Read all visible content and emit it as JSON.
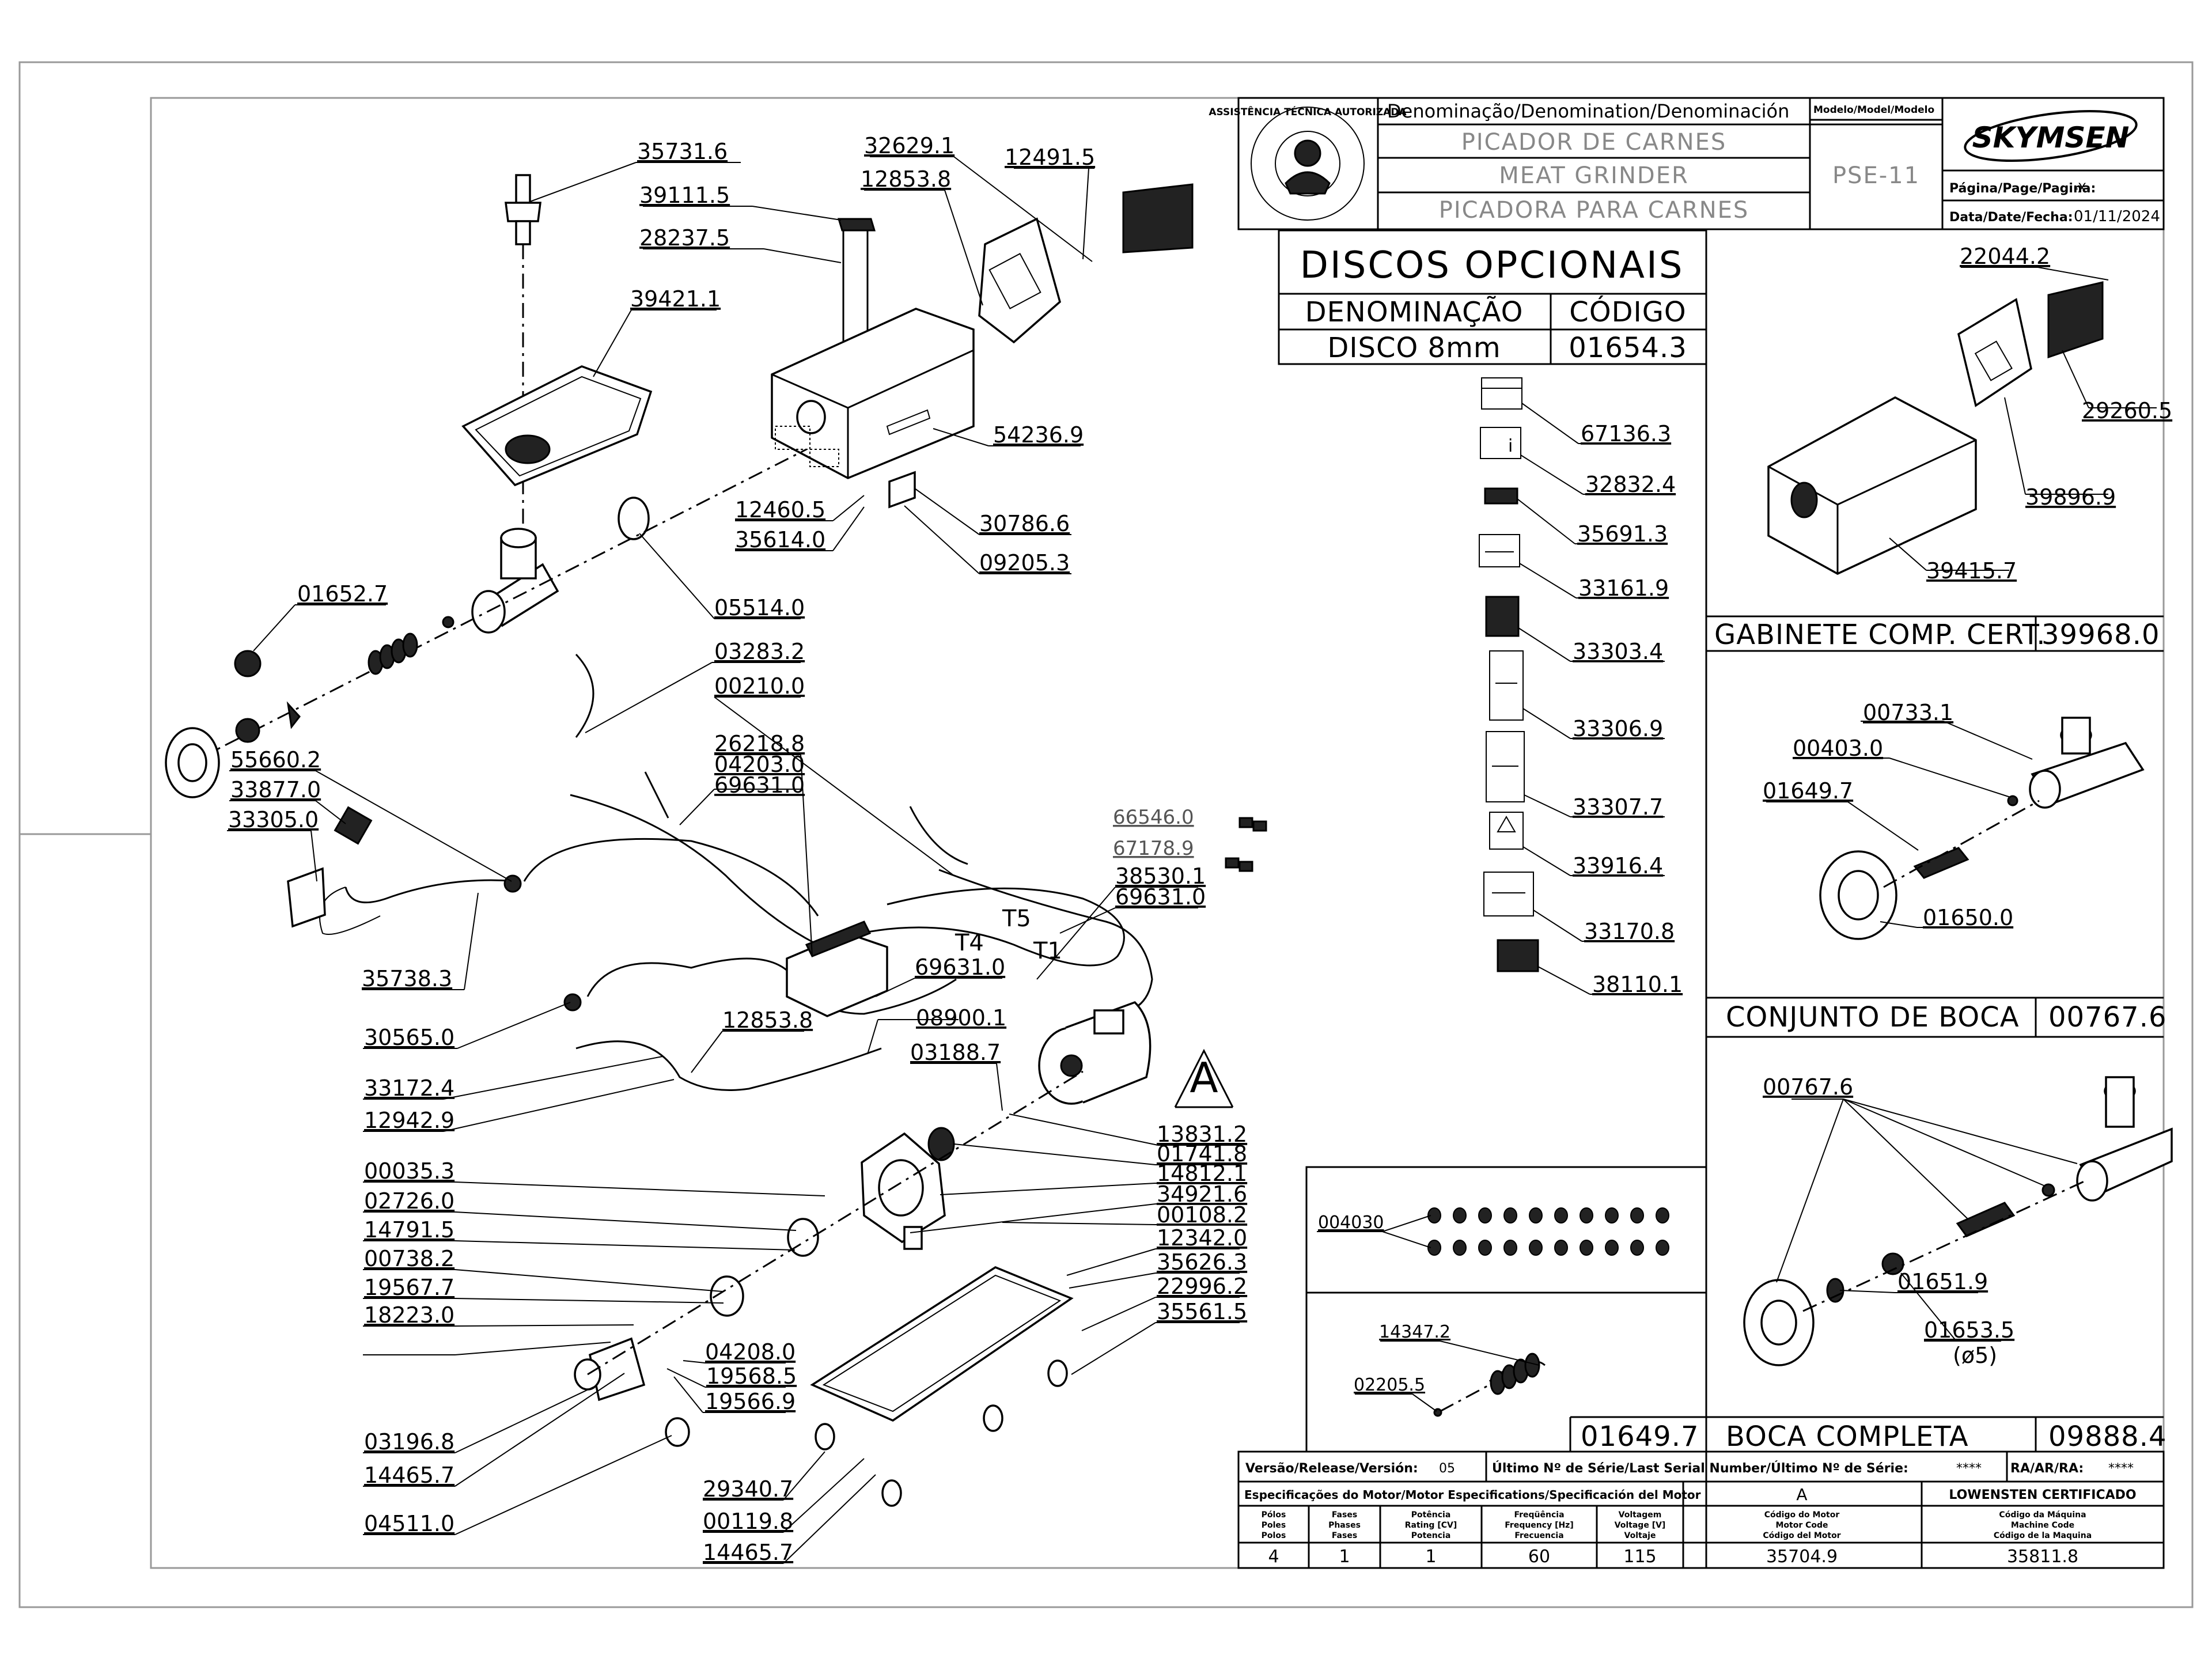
{
  "title_block": {
    "denomination_header": "Denominação/Denomination/Denominación",
    "model_header": "Modelo/Model/Modelo",
    "name_pt": "PICADOR DE CARNES",
    "name_en": "MEAT GRINDER",
    "name_es": "PICADORA PARA CARNES",
    "model": "PSE-11",
    "brand": "SKYMSEN",
    "page_label": "Página/Page/Pagina:",
    "page_value": "-X-",
    "date_label": "Data/Date/Fecha:",
    "date_value": "01/11/2024",
    "seal_text": "ASSISTÊNCIA TÉCNICA AUTORIZADA"
  },
  "optional_discs": {
    "title": "DISCOS OPCIONAIS",
    "col_name": "DENOMINAÇÃO",
    "col_code": "CÓDIGO",
    "rows": [
      {
        "name": "DISCO 8mm",
        "code": "01654.3"
      }
    ]
  },
  "labels_column": [
    "67136.3",
    "32832.4",
    "35691.3",
    "33161.9",
    "33303.4",
    "33306.9",
    "33307.7",
    "33916.4",
    "33170.8",
    "38110.1"
  ],
  "cabinet_kit": {
    "labels": [
      "22044.2",
      "29260.5",
      "39896.9",
      "39415.7"
    ],
    "title": "GABINETE COMP. CERT.",
    "code": "39968.0"
  },
  "mouth_set": {
    "labels": [
      "00733.1",
      "00403.0",
      "01649.7",
      "01650.0"
    ],
    "title": "CONJUNTO DE BOCA",
    "code": "00767.6"
  },
  "full_mouth": {
    "labels": [
      "00767.6",
      "01651.9",
      "01653.5",
      "(ø5)"
    ],
    "title": "BOCA COMPLETA",
    "code": "09888.4"
  },
  "small_parts": {
    "washer_label": "004030",
    "worm_labels": [
      "14347.2",
      "02205.5"
    ],
    "worm_code": "01649.7"
  },
  "main_labels": [
    "35731.6",
    "39111.5",
    "28237.5",
    "39421.1",
    "32629.1",
    "12853.8",
    "12491.5",
    "54236.9",
    "12460.5",
    "35614.0",
    "30786.6",
    "09205.3",
    "05514.0",
    "01652.7",
    "03283.2",
    "00210.0",
    "26218.8",
    "04203.0",
    "69631.0",
    "55660.2",
    "33877.0",
    "33305.0",
    "66546.0",
    "67178.9",
    "38530.1",
    "69631.0",
    "69631.0",
    "35738.3",
    "30565.0",
    "12853.8",
    "33172.4",
    "12942.9",
    "08900.1",
    "03188.7",
    "13831.2",
    "01741.8",
    "14812.1",
    "34921.6",
    "00108.2",
    "12342.0",
    "35626.3",
    "22996.2",
    "35561.5",
    "00035.3",
    "02726.0",
    "14791.5",
    "00738.2",
    "19567.7",
    "18223.0",
    "04208.0",
    "19568.5",
    "19566.9",
    "03196.8",
    "14465.7",
    "04511.0",
    "29340.7",
    "00119.8",
    "14465.7"
  ],
  "wire_tags": [
    "T5",
    "T4",
    "T1"
  ],
  "motor_marker": "A",
  "release": {
    "label": "Versão/Release/Versión:",
    "value": "05",
    "serial_label": "Último Nº de Série/Last Serial Number/Último Nº de Série:",
    "serial_value": "****",
    "ra_label": "RA/AR/RA:",
    "ra_value": "****"
  },
  "motor_spec": {
    "header": "Especificações do Motor/Motor Especifications/Specificación del Motor",
    "motor_marker": "A",
    "manufacturer": "LOWENSTEN CERTIFICADO",
    "col_poles": [
      "Pólos",
      "Poles",
      "Polos"
    ],
    "col_phases": [
      "Fases",
      "Phases",
      "Fases"
    ],
    "col_power": [
      "Potência",
      "Rating [CV]",
      "Potencia"
    ],
    "col_freq": [
      "Freqüência",
      "Frequency [Hz]",
      "Frecuencia"
    ],
    "col_volt": [
      "Voltagem",
      "Voltage [V]",
      "Voltaje"
    ],
    "col_motor_code": [
      "Código do Motor",
      "Motor Code",
      "Código del Motor"
    ],
    "col_machine_code": [
      "Código da Máquina",
      "Machine Code",
      "Código de la Maquina"
    ],
    "values": {
      "poles": "4",
      "phases": "1",
      "power": "1",
      "frequency": "60",
      "voltage": "115",
      "motor_code": "35704.9",
      "machine_code": "35811.8"
    }
  }
}
